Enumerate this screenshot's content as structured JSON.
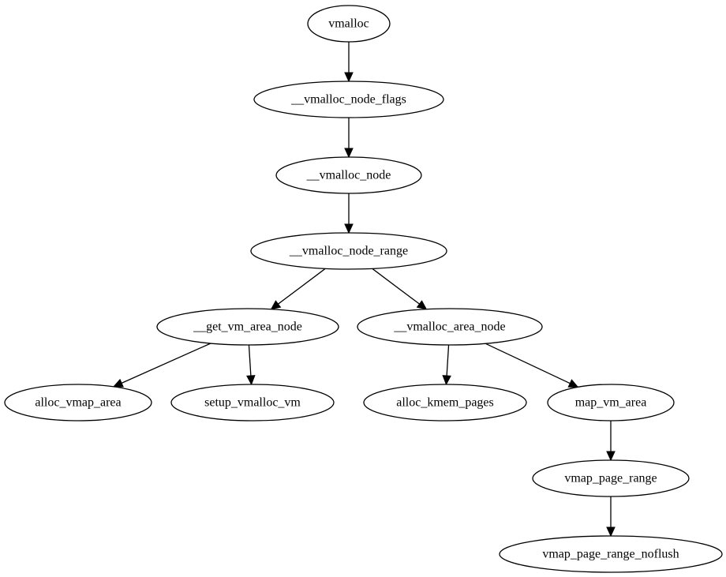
{
  "diagram": {
    "nodes": [
      {
        "id": "vmalloc",
        "label": "vmalloc"
      },
      {
        "id": "vmalloc_node_flags",
        "label": "__vmalloc_node_flags"
      },
      {
        "id": "vmalloc_node",
        "label": "__vmalloc_node"
      },
      {
        "id": "vmalloc_node_range",
        "label": "__vmalloc_node_range"
      },
      {
        "id": "get_vm_area_node",
        "label": "__get_vm_area_node"
      },
      {
        "id": "vmalloc_area_node",
        "label": "__vmalloc_area_node"
      },
      {
        "id": "alloc_vmap_area",
        "label": "alloc_vmap_area"
      },
      {
        "id": "setup_vmalloc_vm",
        "label": "setup_vmalloc_vm"
      },
      {
        "id": "alloc_kmem_pages",
        "label": "alloc_kmem_pages"
      },
      {
        "id": "map_vm_area",
        "label": "map_vm_area"
      },
      {
        "id": "vmap_page_range",
        "label": "vmap_page_range"
      },
      {
        "id": "vmap_page_range_noflush",
        "label": "vmap_page_range_noflush"
      }
    ],
    "edges": [
      {
        "from": "vmalloc",
        "to": "vmalloc_node_flags"
      },
      {
        "from": "vmalloc_node_flags",
        "to": "vmalloc_node"
      },
      {
        "from": "vmalloc_node",
        "to": "vmalloc_node_range"
      },
      {
        "from": "vmalloc_node_range",
        "to": "get_vm_area_node"
      },
      {
        "from": "vmalloc_node_range",
        "to": "vmalloc_area_node"
      },
      {
        "from": "get_vm_area_node",
        "to": "alloc_vmap_area"
      },
      {
        "from": "get_vm_area_node",
        "to": "setup_vmalloc_vm"
      },
      {
        "from": "vmalloc_area_node",
        "to": "alloc_kmem_pages"
      },
      {
        "from": "vmalloc_area_node",
        "to": "map_vm_area"
      },
      {
        "from": "map_vm_area",
        "to": "vmap_page_range"
      },
      {
        "from": "vmap_page_range",
        "to": "vmap_page_range_noflush"
      }
    ]
  }
}
